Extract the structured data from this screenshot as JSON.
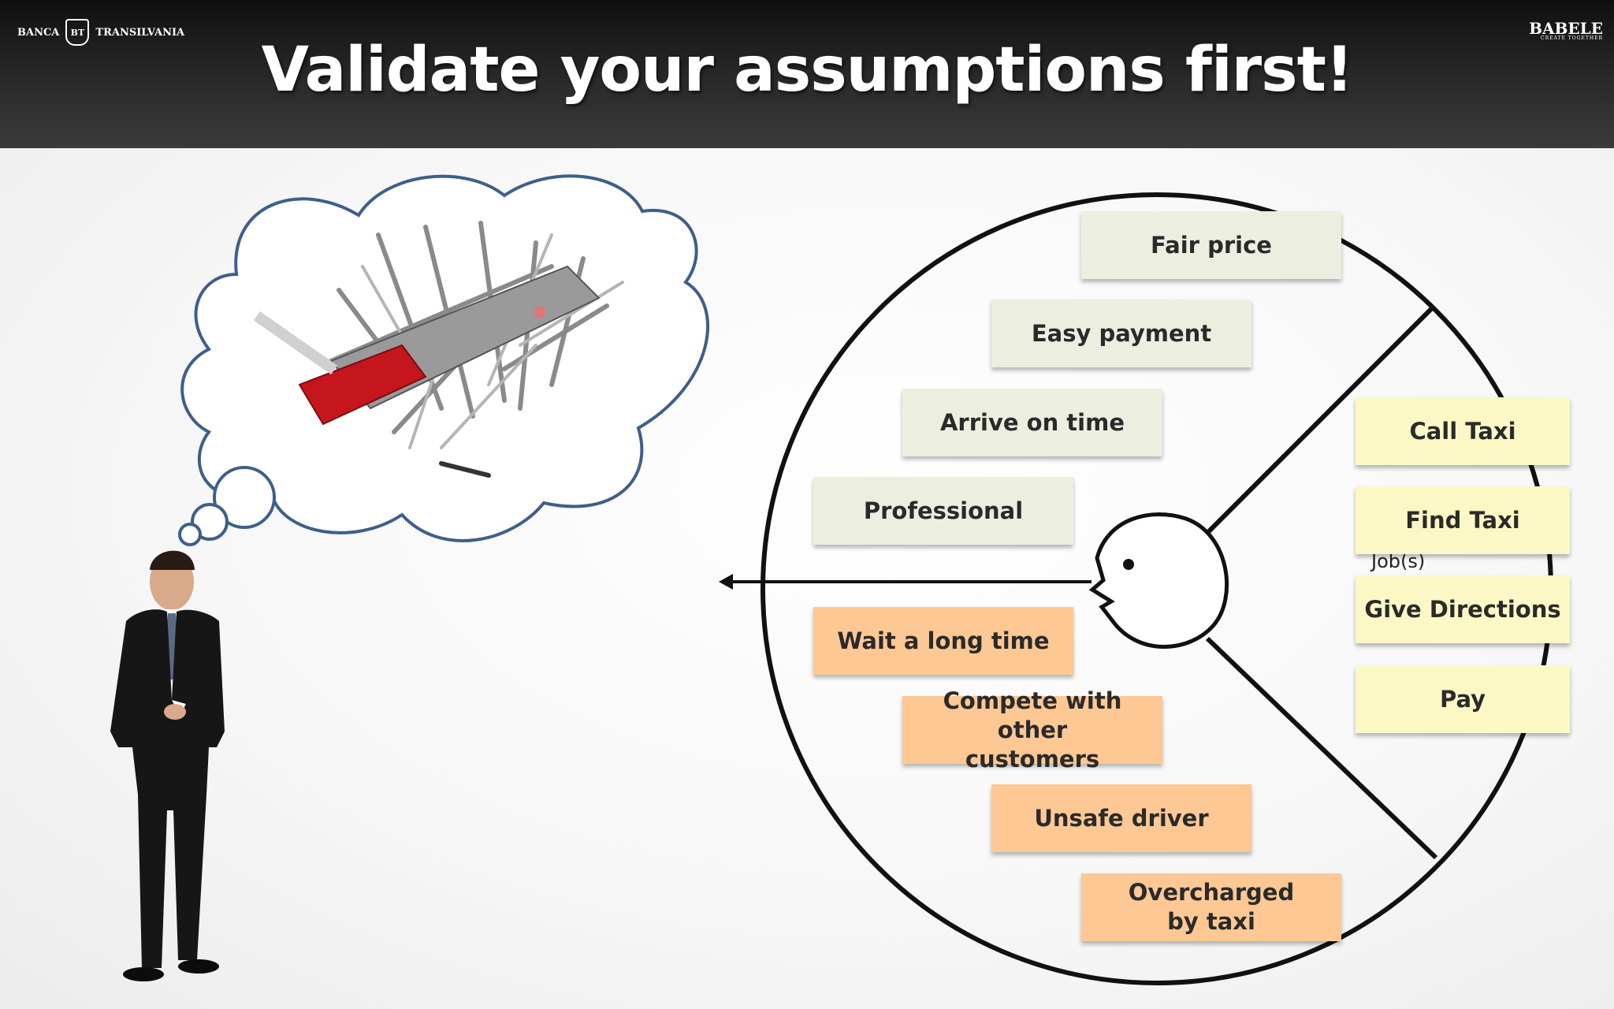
{
  "header": {
    "title": "Validate your assumptions first!",
    "logo_left_a": "BANCA",
    "logo_left_mark": "BT",
    "logo_left_b": "TRANSILVANIA",
    "logo_right_name": "BABELE",
    "logo_right_tagline": "CREATE TOGETHER"
  },
  "gains": [
    {
      "label": "Fair price"
    },
    {
      "label": "Easy payment"
    },
    {
      "label": "Arrive on time"
    },
    {
      "label": "Professional"
    }
  ],
  "pains": [
    {
      "label": "Wait a long time"
    },
    {
      "label": "Compete with other customers"
    },
    {
      "label": "Unsafe driver"
    },
    {
      "label": "Overcharged by taxi"
    }
  ],
  "jobs": [
    {
      "label": "Call Taxi"
    },
    {
      "label": "Find Taxi"
    },
    {
      "label": "Give Directions"
    },
    {
      "label": "Pay"
    }
  ],
  "diagram": {
    "jobs_label": "Job(s)"
  },
  "colors": {
    "gain": "#ecefe0",
    "pain": "#fdc894",
    "job": "#fbf8c6",
    "cloud_outline": "#3d5f8a"
  }
}
